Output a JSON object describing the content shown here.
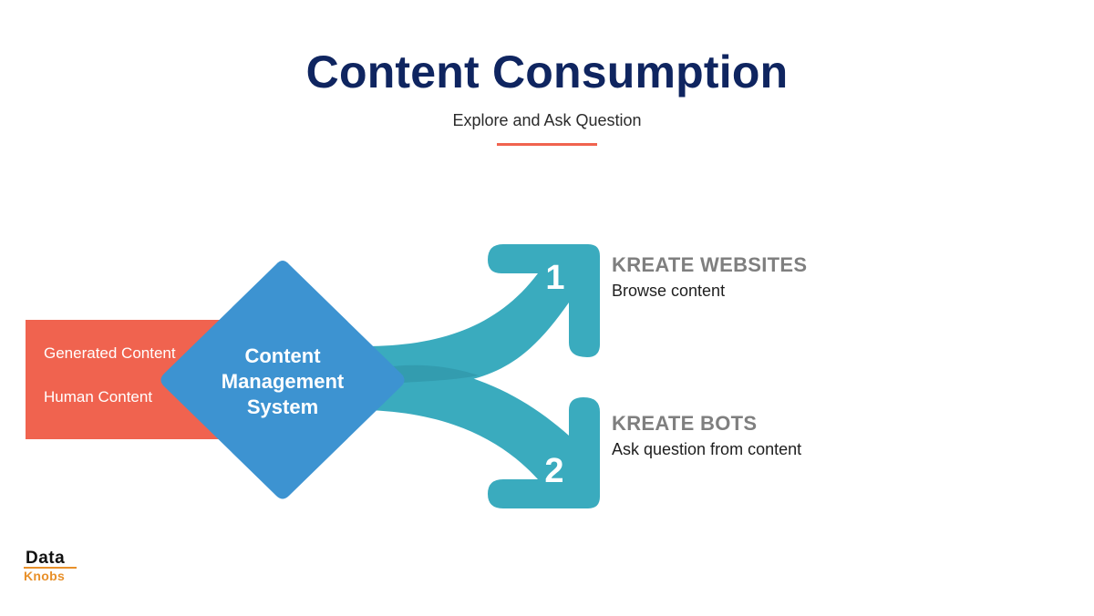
{
  "header": {
    "title": "Content Consumption",
    "subtitle": "Explore and Ask Question"
  },
  "sources": {
    "items": [
      "Generated Content",
      "Human Content"
    ]
  },
  "cms": {
    "lines": [
      "Content",
      "Management",
      "System"
    ]
  },
  "outputs": [
    {
      "number": "1",
      "title": "KREATE WEBSITES",
      "description": "Browse content"
    },
    {
      "number": "2",
      "title": "KREATE BOTS",
      "description": "Ask question from content"
    }
  ],
  "logo": {
    "line1": "Data",
    "line2": "Knobs"
  },
  "colors": {
    "title": "#0f2560",
    "accent_line": "#f0634f",
    "source_box": "#f0634f",
    "cms_diamond": "#3d93d1",
    "arrows": "#3aabbe",
    "output_title": "#7f7f7f",
    "logo_orange": "#e8902a"
  }
}
